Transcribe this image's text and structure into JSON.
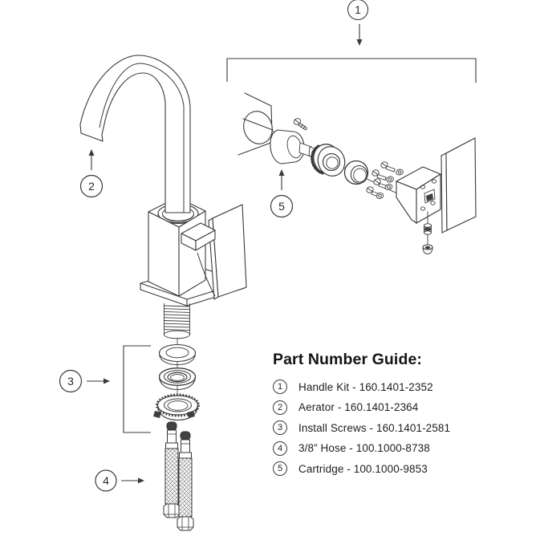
{
  "guide": {
    "title": "Part Number Guide:",
    "items": [
      {
        "num": "1",
        "label": "Handle Kit - 160.1401-2352"
      },
      {
        "num": "2",
        "label": "Aerator - 160.1401-2364"
      },
      {
        "num": "3",
        "label": "Install Screws - 160.1401-2581"
      },
      {
        "num": "4",
        "label": "3/8” Hose - 100.1000-8738"
      },
      {
        "num": "5",
        "label": "Cartridge - 100.1000-9853"
      }
    ]
  },
  "callouts": {
    "c1": "1",
    "c2": "2",
    "c3": "3",
    "c4": "4",
    "c5": "5"
  },
  "colors": {
    "line": "#3a3a3a",
    "dark_fill": "#424242",
    "text": "#1c1c1c"
  }
}
